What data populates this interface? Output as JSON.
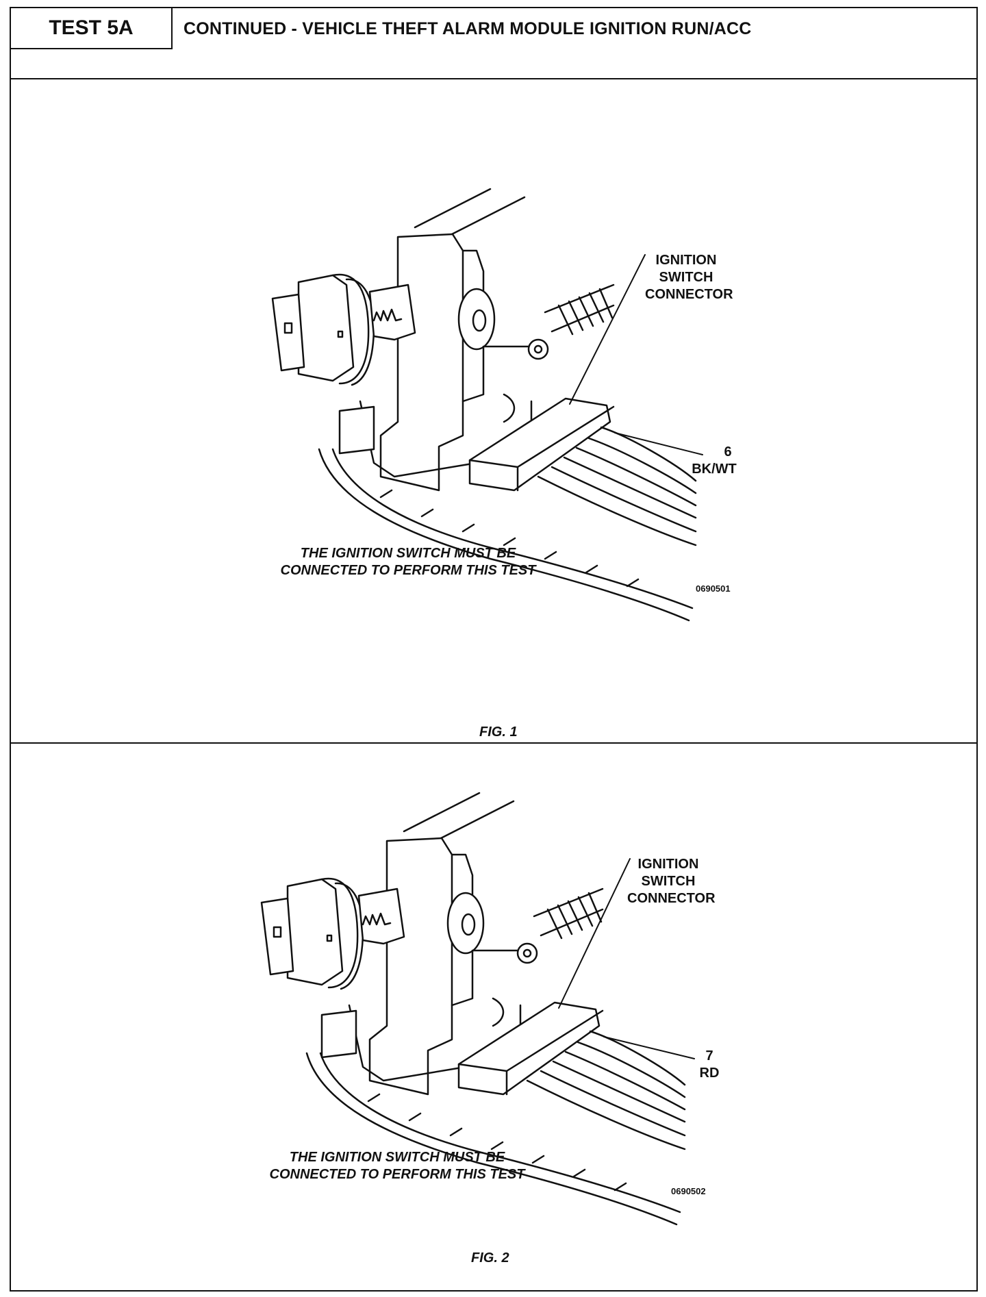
{
  "header": {
    "test_id": "TEST 5A",
    "title": "CONTINUED - VEHICLE THEFT ALARM MODULE IGNITION RUN/ACC"
  },
  "figures": [
    {
      "label_line1": "IGNITION",
      "label_line2": "SWITCH",
      "label_line3": "CONNECTOR",
      "pin_number": "6",
      "pin_color": "BK/WT",
      "caption_line1": "THE IGNITION SWITCH MUST BE",
      "caption_line2": "CONNECTED TO PERFORM THIS TEST",
      "part_number": "0690501",
      "fig_label": "FIG. 1"
    },
    {
      "label_line1": "IGNITION",
      "label_line2": "SWITCH",
      "label_line3": "CONNECTOR",
      "pin_number": "7",
      "pin_color": "RD",
      "caption_line1": "THE IGNITION SWITCH MUST BE",
      "caption_line2": "CONNECTED TO PERFORM THIS TEST",
      "part_number": "0690502",
      "fig_label": "FIG. 2"
    }
  ]
}
